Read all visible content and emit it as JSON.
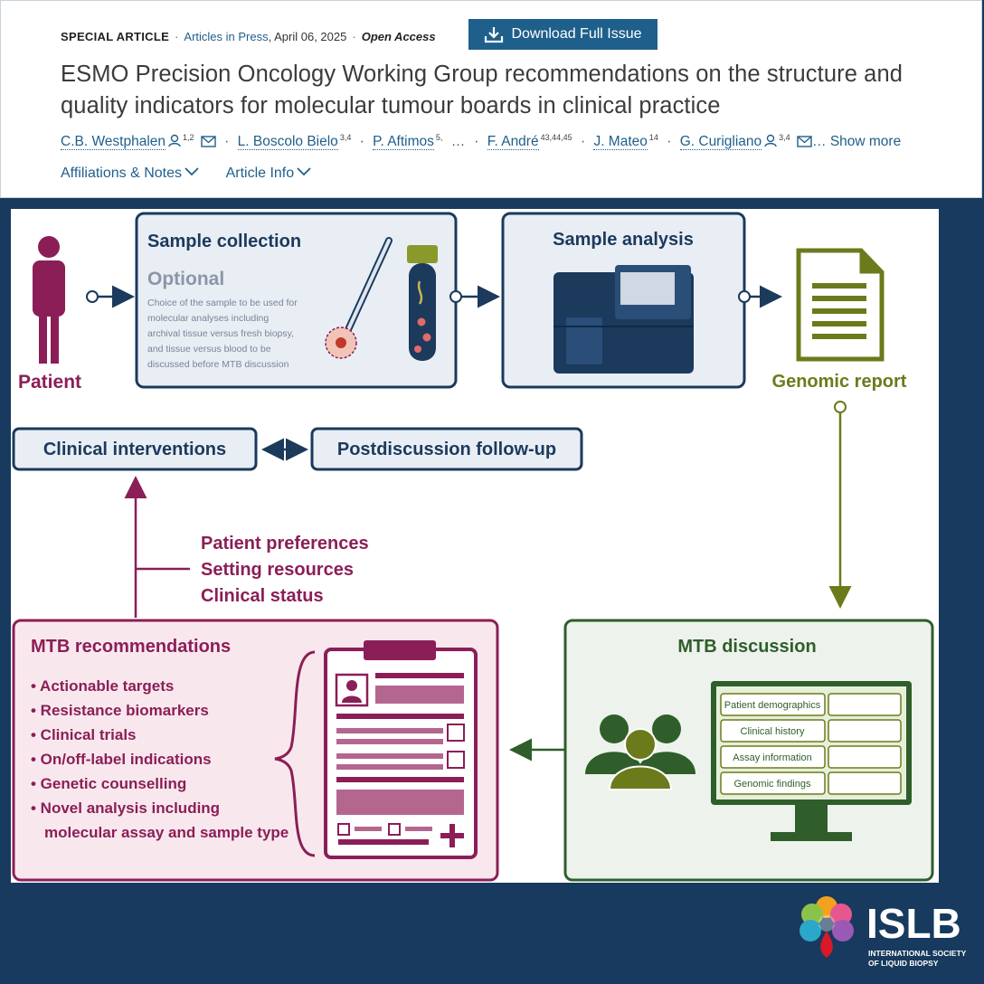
{
  "header": {
    "article_type": "SPECIAL ARTICLE",
    "section_link": "Articles in Press",
    "date": ", April 06, 2025",
    "access": "Open Access",
    "download_label": "Download Full Issue",
    "title": "ESMO Precision Oncology Working Group recommendations on the structure and quality indicators for molecular tumour boards in clinical practice",
    "authors": [
      {
        "name": "C.B. Westphalen",
        "sup": "1,2"
      },
      {
        "name": "L. Boscolo Bielo",
        "sup": "3,4"
      },
      {
        "name": "P. Aftimos",
        "sup": "5,"
      },
      {
        "name": "F. André",
        "sup": "43,44,45"
      },
      {
        "name": "J. Mateo",
        "sup": "14"
      },
      {
        "name": "G. Curigliano",
        "sup": "3,4"
      }
    ],
    "ellipsis": "…",
    "show_more": "Show more",
    "tabs": [
      "Affiliations & Notes",
      "Article Info"
    ]
  },
  "figure": {
    "patient_label": "Patient",
    "sample_collection": {
      "title": "Sample collection",
      "optional": "Optional",
      "desc": [
        "Choice of the sample to be used for",
        "molecular analyses including",
        "archival tissue versus fresh biopsy,",
        "and tissue versus blood to be",
        "discussed before MTB discussion"
      ]
    },
    "sample_analysis_title": "Sample analysis",
    "genomic_report_label": "Genomic report",
    "clinical_interventions": "Clinical interventions",
    "postdiscussion": "Postdiscussion follow-up",
    "factors": [
      "Patient preferences",
      "Setting resources",
      "Clinical status"
    ],
    "mtb_recommendations": {
      "title": "MTB recommendations",
      "items": [
        "• Actionable targets",
        "• Resistance biomarkers",
        "• Clinical trials",
        "• On/off-label indications",
        "• Genetic counselling",
        "• Novel analysis including",
        "molecular assay and sample type"
      ]
    },
    "mtb_discussion": {
      "title": "MTB discussion",
      "fields": [
        "Patient demographics",
        "Clinical history",
        "Assay information",
        "Genomic findings"
      ]
    }
  },
  "logo": {
    "name": "ISLB",
    "line1": "INTERNATIONAL SOCIETY",
    "line2": "OF LIQUID BIOPSY"
  },
  "colors": {
    "link": "#1f5f8b",
    "navy": "#1b3a5c",
    "maroon": "#8b1e57",
    "olive": "#6b7b1c",
    "green": "#2f5e2b",
    "background": "#173a5e"
  }
}
